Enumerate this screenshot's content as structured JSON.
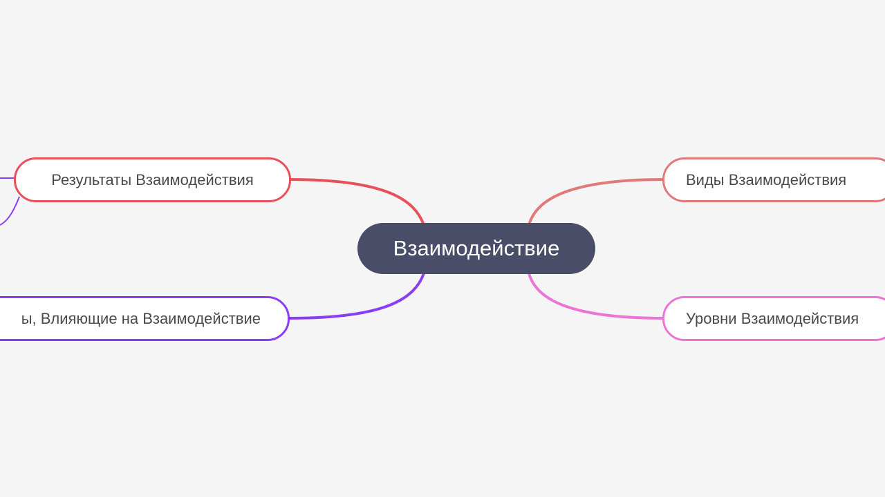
{
  "central": {
    "label": "Взаимодействие",
    "color": "#4a4d68"
  },
  "branches": [
    {
      "label": "Результаты Взаимодействия",
      "color": "#e8505b"
    },
    {
      "label": "ы, Влияющие на Взаимодействие",
      "color": "#8b3cf5"
    },
    {
      "label": "Виды Взаимодействия",
      "color": "#e07a78"
    },
    {
      "label": "Уровни Взаимодействия",
      "color": "#ec74d4"
    }
  ]
}
